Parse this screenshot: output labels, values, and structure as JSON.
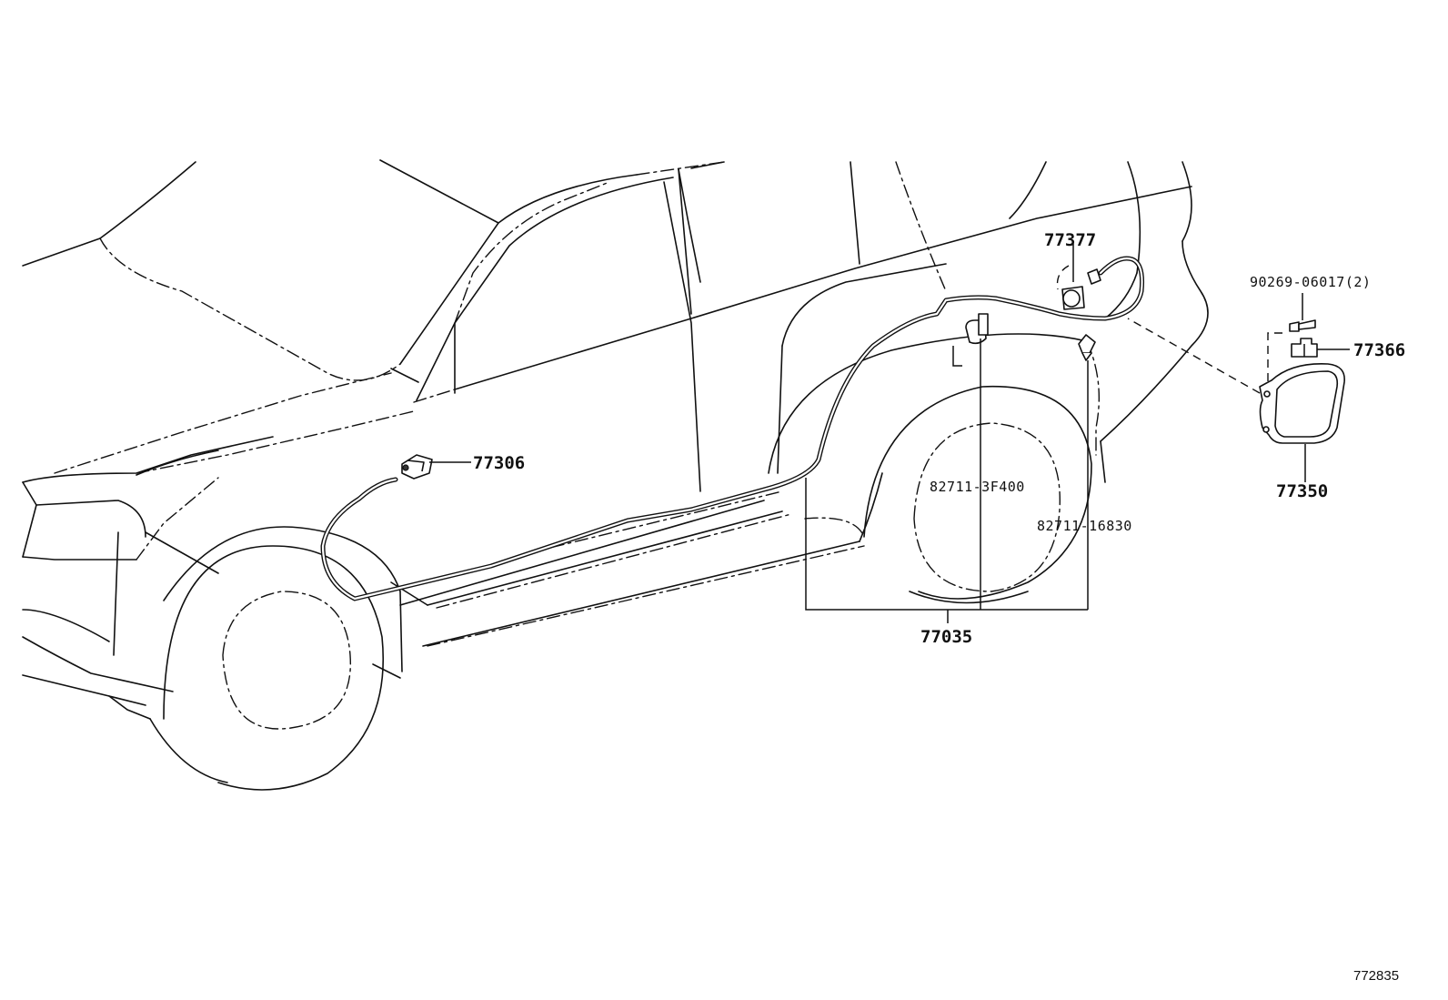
{
  "diagram": {
    "part_labels": {
      "p77306": "77306",
      "p77377": "77377",
      "p90269": "90269-06017(2)",
      "p77366": "77366",
      "p77350": "77350",
      "p827113F400": "82711-3F400",
      "p8271116830": "82711-16830",
      "p77035": "77035"
    },
    "illustration_number": "772835"
  }
}
